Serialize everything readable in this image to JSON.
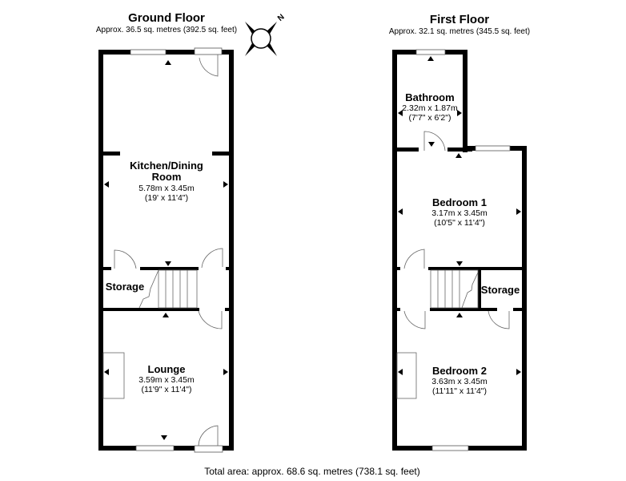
{
  "ground_floor": {
    "title": "Ground Floor",
    "area": "Approx. 36.5 sq. metres (392.5 sq. feet)",
    "rooms": [
      {
        "name_line1": "Kitchen/Dining",
        "name_line2": "Room",
        "metric": "5.78m x 3.45m",
        "imperial": "(19' x 11'4\")"
      },
      {
        "name": "Storage"
      },
      {
        "name": "Lounge",
        "metric": "3.59m x 3.45m",
        "imperial": "(11'9\" x 11'4\")"
      }
    ]
  },
  "first_floor": {
    "title": "First Floor",
    "area": "Approx. 32.1 sq. metres (345.5 sq. feet)",
    "rooms": [
      {
        "name": "Bathroom",
        "metric": "2.32m x 1.87m",
        "imperial": "(7'7\" x 6'2\")"
      },
      {
        "name": "Bedroom 1",
        "metric": "3.17m x 3.45m",
        "imperial": "(10'5\" x 11'4\")"
      },
      {
        "name": "Storage"
      },
      {
        "name": "Bedroom 2",
        "metric": "3.63m x 3.45m",
        "imperial": "(11'11\" x 11'4\")"
      }
    ]
  },
  "compass": {
    "label": "N"
  },
  "total_area": "Total area: approx. 68.6 sq. metres (738.1 sq. feet)"
}
